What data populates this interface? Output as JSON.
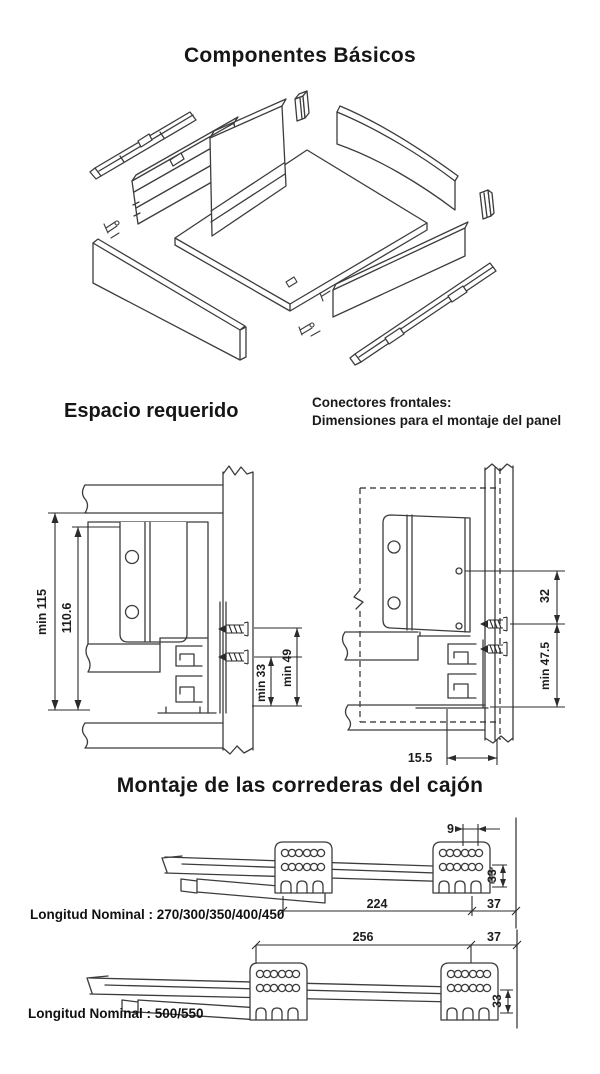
{
  "document": {
    "background": "#ffffff",
    "ink": "#1d1d1d",
    "line": "#3c3c3c"
  },
  "components": {
    "title": "Componentes Básicos"
  },
  "space": {
    "title": "Espacio requerido",
    "dim_min_115": "min 115",
    "dim_110_6": "110.6",
    "dim_min_33": "min 33",
    "dim_min_49": "min 49"
  },
  "connectors": {
    "caption_line1": "Conectores frontales:",
    "caption_line2": "Dimensiones para el montaje del panel",
    "dim_32": "32",
    "dim_min_47_5": "min 47.5",
    "dim_15_5": "15.5"
  },
  "mounting": {
    "title": "Montaje de las correderas del cajón",
    "rail1": {
      "dim_9": "9",
      "dim_224": "224",
      "dim_37": "37",
      "dim_33": "33",
      "length_label": "Longitud Nominal : 270/300/350/400/450"
    },
    "rail2": {
      "dim_256": "256",
      "dim_37": "37",
      "dim_33": "33",
      "length_label": "Longitud Nominal : 500/550"
    }
  }
}
